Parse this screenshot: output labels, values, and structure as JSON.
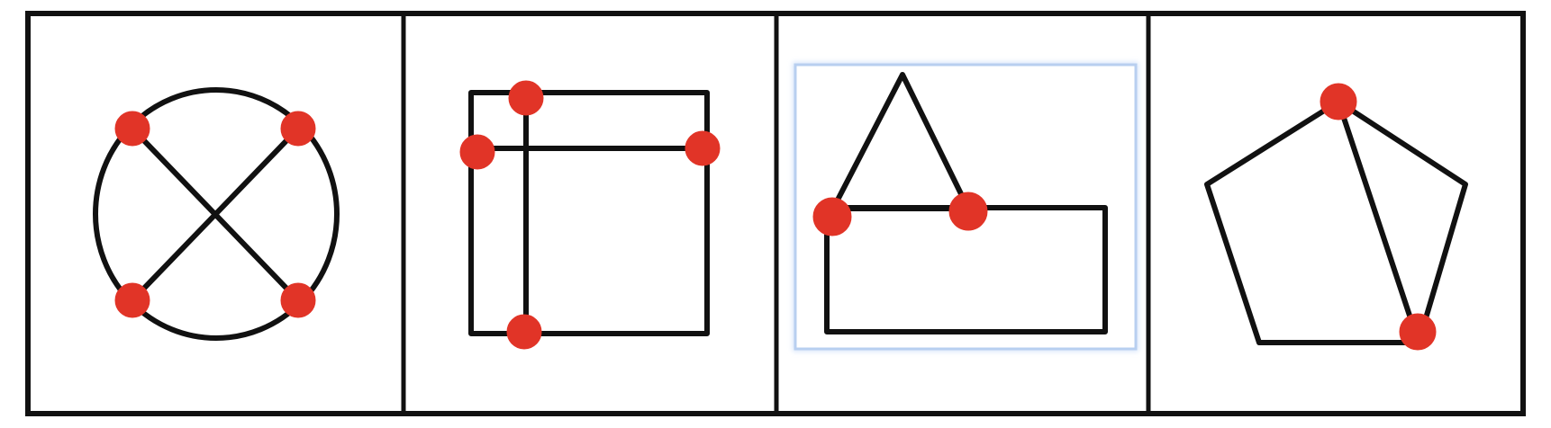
{
  "colors": {
    "line": "#111111",
    "dot": "#e13427",
    "background": "#ffffff",
    "highlight_border": "#b8cff0"
  },
  "panels": [
    {
      "shape": "circle with two crossing chords",
      "intersection_points": 4,
      "selected": false
    },
    {
      "shape": "rectangle with one horizontal and one vertical line",
      "intersection_points": 4,
      "selected": false
    },
    {
      "shape": "triangle on top of rectangle",
      "intersection_points": 2,
      "selected": true
    },
    {
      "shape": "pentagon with one diagonal",
      "intersection_points": 2,
      "selected": false
    }
  ]
}
